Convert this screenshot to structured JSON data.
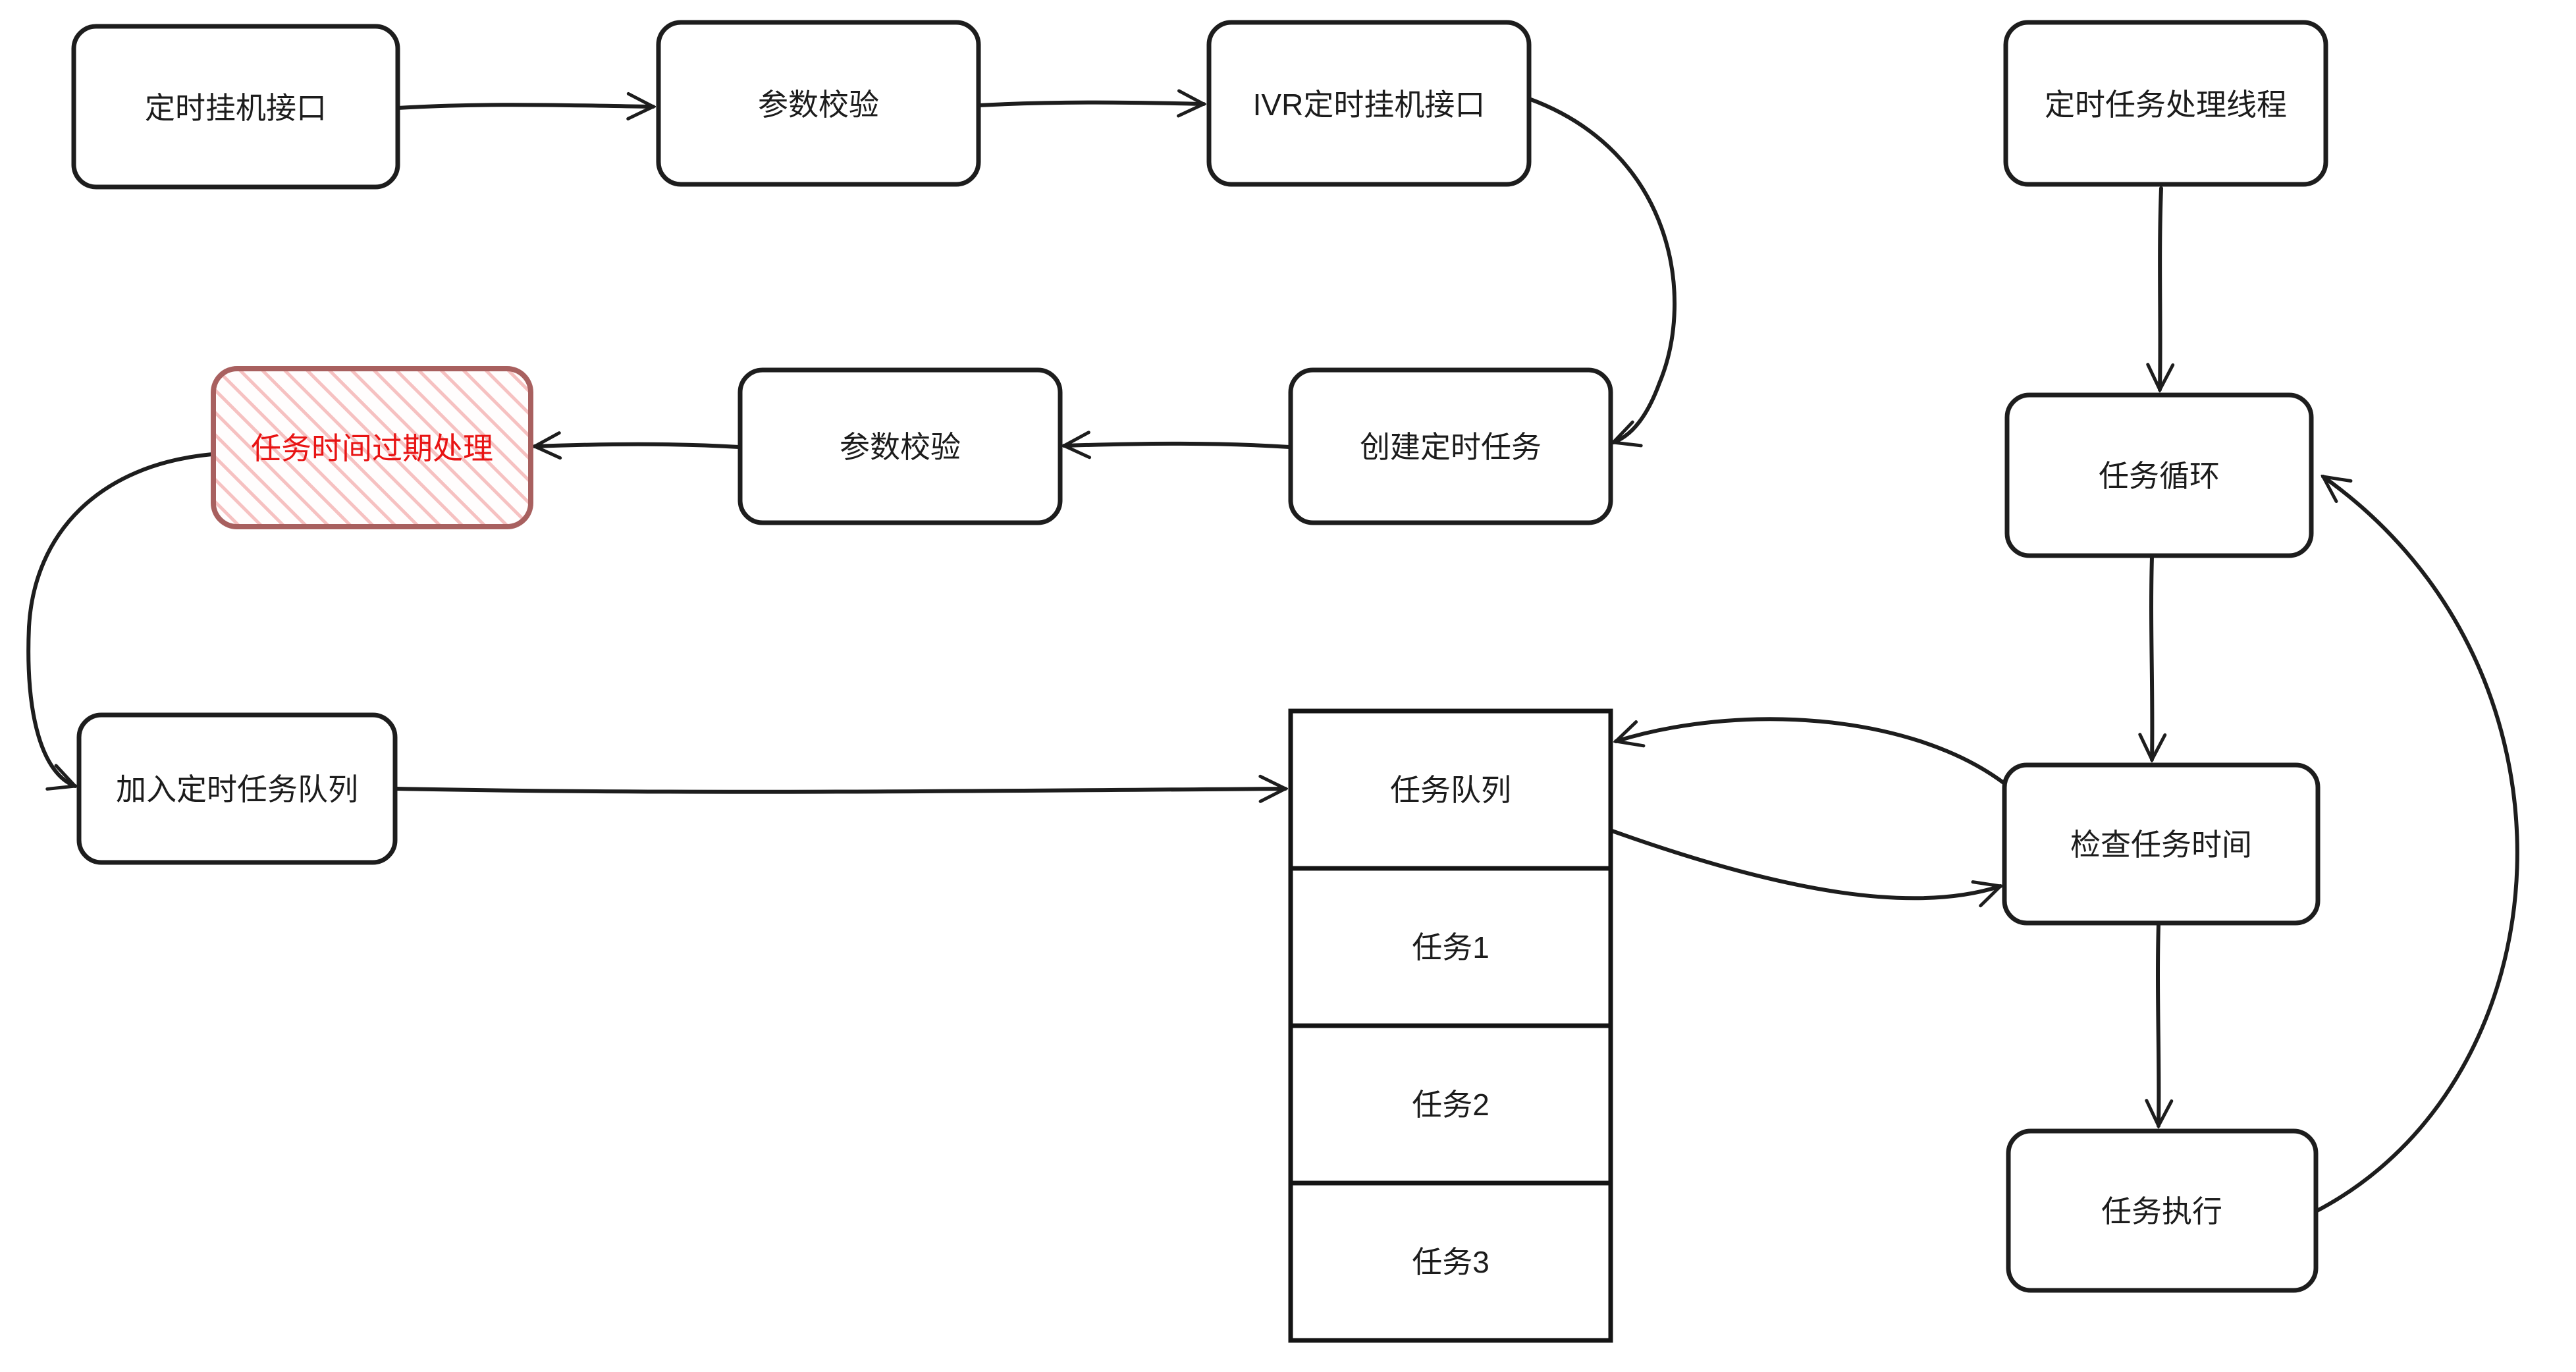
{
  "diagram": {
    "description": "Hand-drawn style flowchart of an IVR timed hang-up / scheduled task processing flow",
    "nodes": {
      "timed_hangup_api": {
        "label": "定时挂机接口"
      },
      "param_check_top": {
        "label": "参数校验"
      },
      "ivr_timed_hangup_api": {
        "label": "IVR定时挂机接口"
      },
      "timed_task_thread": {
        "label": "定时任务处理线程"
      },
      "task_time_expired": {
        "label": "任务时间过期处理"
      },
      "param_check_mid": {
        "label": "参数校验"
      },
      "create_timed_task": {
        "label": "创建定时任务"
      },
      "task_loop": {
        "label": "任务循环"
      },
      "join_timed_task_queue": {
        "label": "加入定时任务队列"
      },
      "check_task_time": {
        "label": "检查任务时间"
      },
      "task_execute": {
        "label": "任务执行"
      }
    },
    "queue": {
      "header": "任务队列",
      "items": [
        "任务1",
        "任务2",
        "任务3"
      ]
    },
    "edges": [
      {
        "from": "timed_hangup_api",
        "to": "param_check_top"
      },
      {
        "from": "param_check_top",
        "to": "ivr_timed_hangup_api"
      },
      {
        "from": "ivr_timed_hangup_api",
        "to": "create_timed_task"
      },
      {
        "from": "create_timed_task",
        "to": "param_check_mid"
      },
      {
        "from": "param_check_mid",
        "to": "task_time_expired"
      },
      {
        "from": "task_time_expired",
        "to": "join_timed_task_queue"
      },
      {
        "from": "join_timed_task_queue",
        "to": "task_queue"
      },
      {
        "from": "check_task_time",
        "to": "task_queue"
      },
      {
        "from": "task_queue",
        "to": "check_task_time"
      },
      {
        "from": "timed_task_thread",
        "to": "task_loop"
      },
      {
        "from": "task_loop",
        "to": "check_task_time"
      },
      {
        "from": "check_task_time",
        "to": "task_execute"
      },
      {
        "from": "task_execute",
        "to": "task_loop"
      }
    ],
    "colors": {
      "background": "#ffffff",
      "stroke": "#1d1d1d",
      "alert_border": "#a8605f",
      "alert_text": "#e81414",
      "alert_hatch": "#f6c1c1"
    }
  }
}
